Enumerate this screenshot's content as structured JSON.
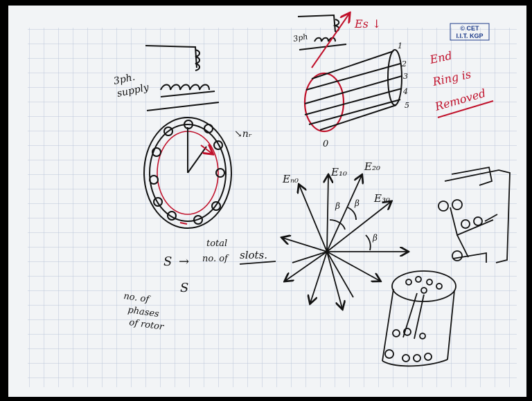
{
  "logo": {
    "line1": "© CET",
    "line2": "I.I.T. KGP"
  },
  "notes": {
    "supply": "3ph supply",
    "supply_line1": "3ph.",
    "supply_line2": "supply",
    "rotor_speed": "nᵣ",
    "top_label_3ph": "3ph",
    "es_label": "Es",
    "end_ring_line1": "End",
    "end_ring_line2": "Ring is",
    "end_ring_line3": "Removed",
    "bar_numbers": [
      "1",
      "2",
      "3",
      "4",
      "5"
    ],
    "origin_label": "0",
    "phasors": [
      "Eₙ₀",
      "E₁₀",
      "E₂₀",
      "E₃₀"
    ],
    "beta": "β",
    "s_line": "S",
    "arrow": "→",
    "total_line1": "total",
    "total_line2": "no. of",
    "slots_word": "slots.",
    "s_second": "S",
    "phases_line1": "no. of",
    "phases_line2": "phases",
    "phases_line3": "of rotor"
  }
}
